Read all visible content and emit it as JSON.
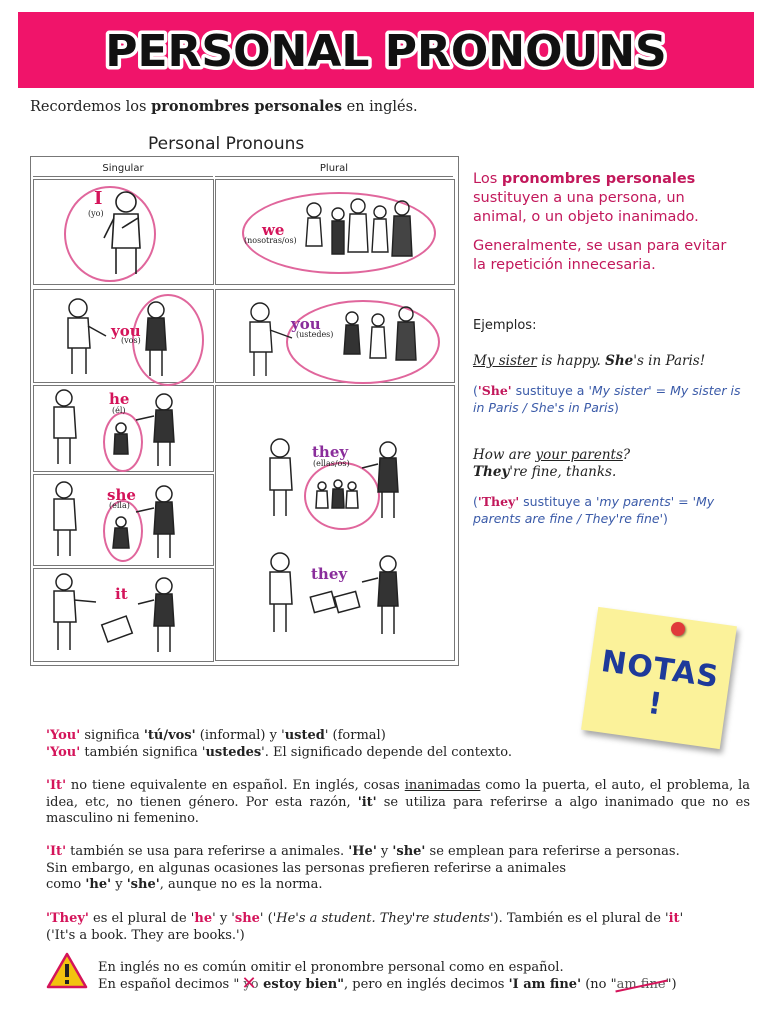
{
  "banner": {
    "title": "PERSONAL PRONOUNS",
    "color": "#f0146a"
  },
  "intro": {
    "prefix": "Recordemos los ",
    "bold": "pronombres personales",
    "suffix": " en inglés."
  },
  "table": {
    "heading": "Personal Pronouns",
    "col_singular": "Singular",
    "col_plural": "Plural",
    "rows": {
      "i": {
        "pron": "I",
        "gloss": "(yo)"
      },
      "we": {
        "pron": "we",
        "gloss": "(nosotras/os)"
      },
      "you_s": {
        "pron": "you",
        "gloss": "(vos)"
      },
      "you_p": {
        "pron": "you",
        "gloss": "(ustedes)"
      },
      "he": {
        "pron": "he",
        "gloss": "(él)"
      },
      "she": {
        "pron": "she",
        "gloss": "(ella)"
      },
      "it": {
        "pron": "it",
        "gloss": ""
      },
      "they1": {
        "pron": "they",
        "gloss": "(ellas/os)"
      },
      "they2": {
        "pron": "they",
        "gloss": ""
      }
    }
  },
  "right": {
    "p1_prefix": "Los ",
    "p1_bold": "pronombres personales",
    "p1_rest": "sustituyen a una persona, un animal, o un objeto inanimado.",
    "p2": "Generalmente, se usan para evitar la repetición innecesaria.",
    "ejemplos": "Ejemplos:",
    "ex1_a": "My sister",
    "ex1_b": " is happy. ",
    "ex1_c": "She",
    "ex1_d": "'s in Paris!",
    "note1_a": "(",
    "note1_b": "'She'",
    "note1_c": " sustituye a '",
    "note1_d": "My sister",
    "note1_e": "' = ",
    "note1_f": "My sister is in Paris / She's in Paris",
    "note1_g": ")",
    "ex2_a": "How are ",
    "ex2_b": "your parents",
    "ex2_c": "?",
    "ex2_d": "They",
    "ex2_e": "'re fine, thanks.",
    "note2_a": "(",
    "note2_b": "'They'",
    "note2_c": " sustituye a '",
    "note2_d": "my parents",
    "note2_e": "' = '",
    "note2_f": "My parents are fine / They're fine",
    "note2_g": "')"
  },
  "sticky": {
    "text": "NOTAS !",
    "color": "#fbf29a"
  },
  "body": {
    "l1_a": "'You'",
    "l1_b": " significa ",
    "l1_c": "'tú/vos'",
    "l1_d": " (informal) y '",
    "l1_e": "usted",
    "l1_f": "' (formal)",
    "l2_a": "'You'",
    "l2_b": " también significa '",
    "l2_c": "ustedes",
    "l2_d": "'. El significado depende del contexto.",
    "p3_a": "'It'",
    "p3_b": " no tiene equivalente en español. En inglés, cosas ",
    "p3_c": "inanimadas",
    "p3_d": " como la puerta, el auto, el problema, la idea, etc, no tienen género. Por esta razón, ",
    "p3_e": "'it'",
    "p3_f": " se utiliza para referirse a algo inanimado que no es masculino ni femenino.",
    "p4_a": "'It'",
    "p4_b": " también se usa para referirse a animales. ",
    "p4_c": "'He'",
    "p4_d": " y ",
    "p4_e": "'she'",
    "p4_f": " se emplean para referirse a personas.",
    "p4_g": "Sin embargo, en algunas ocasiones las personas prefieren referirse a animales",
    "p4_h": "como ",
    "p4_i": "'he'",
    "p4_j": " y ",
    "p4_k": "'she'",
    "p4_l": ", aunque no es la norma.",
    "p5_a": "'They'",
    "p5_b": " es el plural de '",
    "p5_c": "he",
    "p5_d": "' y '",
    "p5_e": "she",
    "p5_f": "' (",
    "p5_g": "'He's a student. They're students'",
    "p5_h": "). También es el plural de '",
    "p5_i": "it",
    "p5_j": "'",
    "p5_k": "('It's a book. They are books.')"
  },
  "warning": {
    "line1": "En inglés no es común omitir el pronombre personal como en español.",
    "l2_a": "En español decimos \" ",
    "l2_yo": "yo",
    "l2_b": " estoy bien\"",
    "l2_c": ", pero en inglés decimos ",
    "l2_d": "'I am fine'",
    "l2_e": " (no \"",
    "l2_am": "am fine",
    "l2_f": "\")"
  },
  "colors": {
    "accent": "#d4145a",
    "note_blue": "#3a5aa8",
    "ellipse": "#e0669c",
    "purple": "#8a2d9b"
  }
}
